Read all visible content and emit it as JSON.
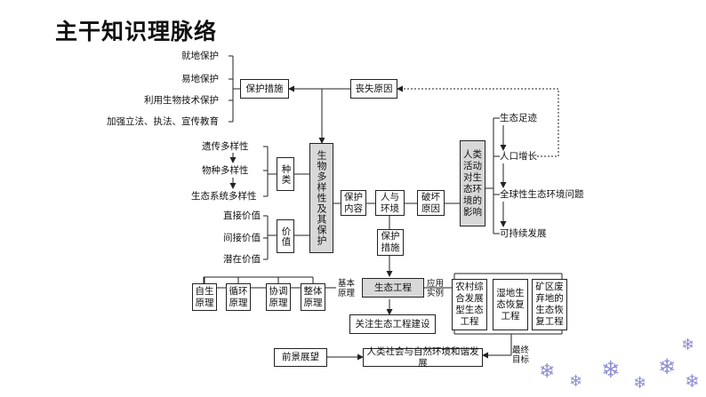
{
  "title": "主干知识理脉络",
  "protect": {
    "items": [
      "就地保护",
      "易地保护",
      "利用生物技术保护",
      "加强立法、执法、宣传教育"
    ],
    "measures": "保护措施",
    "loss_causes": "丧失原因"
  },
  "kinds": {
    "items": [
      "遗传多样性",
      "物种多样性",
      "生态系统多样性"
    ],
    "box": "种类"
  },
  "values": {
    "items": [
      "直接价值",
      "间接价值",
      "潜在价值"
    ],
    "box": "价值"
  },
  "center": {
    "biodiversity": "生物多样性及其保护",
    "protect_content": "保护内容",
    "human_env": "人与环境",
    "damage_causes": "破坏原因",
    "human_impact": "人类活动对生态环境的影响"
  },
  "right": {
    "items": [
      "生态足迹",
      "人口增长",
      "全球性生态环境问题",
      "可持续发展"
    ]
  },
  "eco": {
    "protect_measures": "保护措施",
    "engineering": "生态工程",
    "basic_principles": "基本原理",
    "application": "应用实例",
    "attention": "关注生态工程建设",
    "principles": [
      "自生原理",
      "循环原理",
      "协调原理",
      "整体原理"
    ],
    "cases": [
      "农村综合发展型生态工程",
      "湿地生态恢复工程",
      "矿区废弃地的生态恢复工程"
    ],
    "final_goal": "最终目标",
    "harmony": "人类社会与自然环境和谐发展",
    "outlook": "前景展望"
  }
}
